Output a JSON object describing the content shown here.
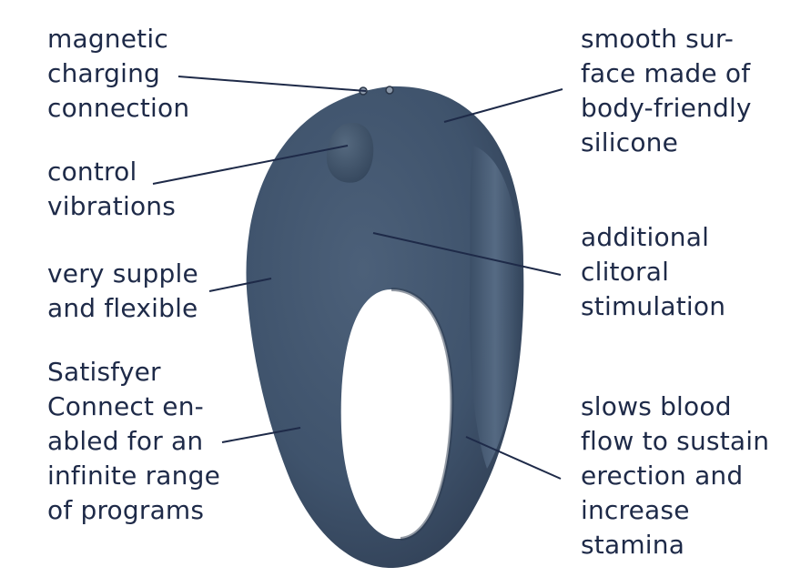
{
  "colors": {
    "text": "#1e2a48",
    "product": "#3f536c",
    "product_dark": "#2d3b50",
    "product_light": "#5a6f88",
    "leader_line": "#1e2a48"
  },
  "callouts": {
    "magnetic": [
      "magnetic",
      "charging",
      "connection"
    ],
    "control": [
      "control",
      "vibrations"
    ],
    "supple": [
      "very supple",
      "and flexible"
    ],
    "connect": [
      "Satisfyer",
      "Connect en-",
      "abled for an",
      "infinite range",
      "of programs"
    ],
    "smooth": [
      "smooth sur-",
      "face made of",
      "body-friendly",
      "silicone"
    ],
    "clitoral": [
      "additional",
      "clitoral",
      "stimulation"
    ],
    "blood": [
      "slows blood",
      "flow to sustain",
      "erection and",
      "increase",
      "stamina"
    ]
  }
}
